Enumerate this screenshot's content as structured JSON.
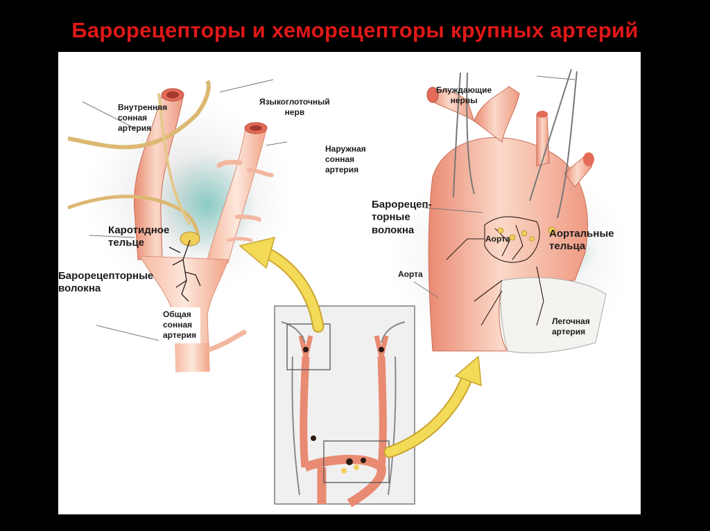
{
  "title": "Барорецепторы  и хеморецепторы крупных артерий",
  "colors": {
    "title": "#e01818",
    "background": "#000000",
    "panel": "#ffffff",
    "artery": "#f2a08a",
    "artery_dark": "#e07058",
    "nerve": "#d9b36a",
    "arrow": "#f0d040"
  },
  "labels": {
    "internal_carotid": "Внутренняя\nсонная\nартерия",
    "glossopharyngeal": "Языкоглоточный\nнерв",
    "external_carotid": "Наружная\nсонная\nартерия",
    "carotid_body": "Каротидное\nтельце",
    "baroreceptor_fibers_left": "Барорецепторные\nволокна",
    "common_carotid": "Общая\nсонная\nартерия",
    "vagus": "Блуждающие\nнервы",
    "baroreceptor_fibers_right": "Барорецеп-\nторные\nволокна",
    "aorta_inner": "Аорта",
    "aortic_bodies": "Аортальные\nтельца",
    "aorta": "Аорта",
    "pulmonary_artery": "Легочная\nартерия"
  }
}
